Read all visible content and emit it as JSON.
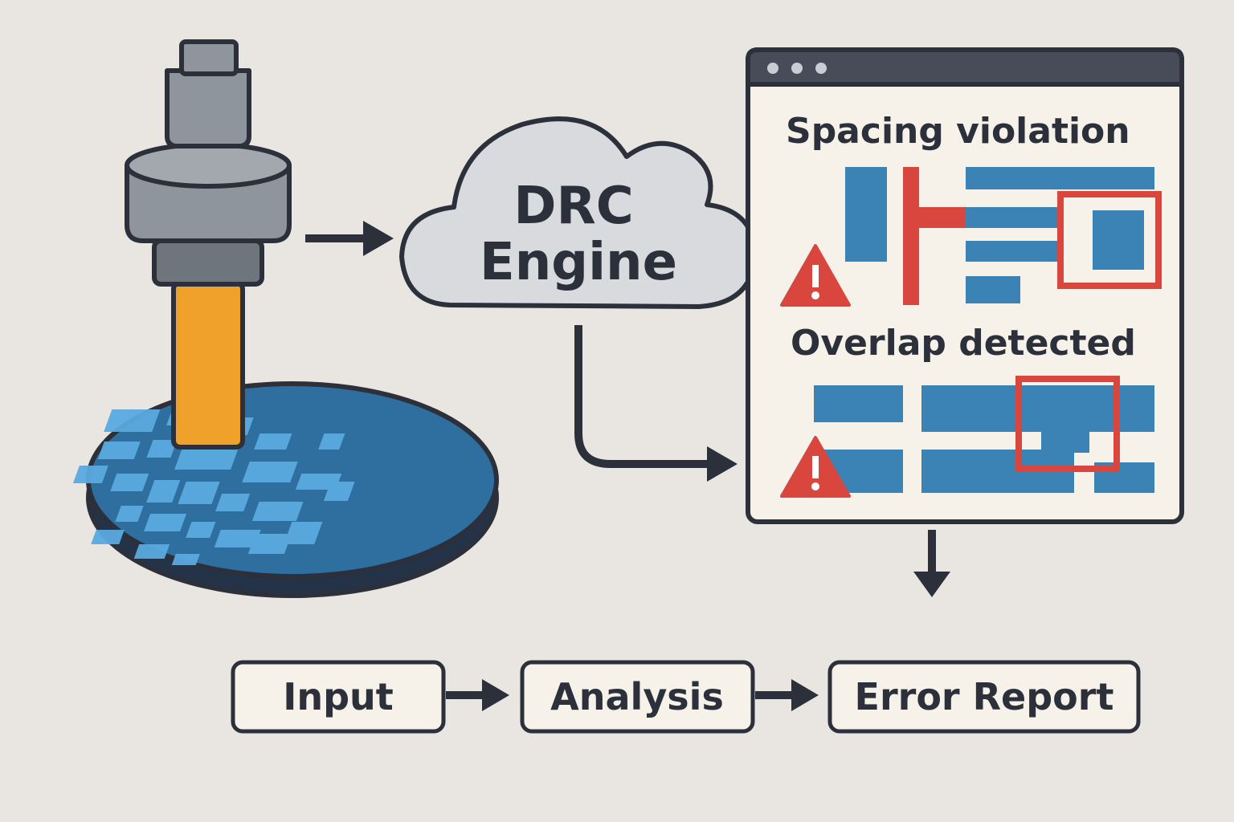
{
  "cloud": {
    "line1": "DRC",
    "line2": "Engine"
  },
  "report_window": {
    "window_dots": 3,
    "sections": [
      {
        "heading": "Spacing violation",
        "icon": "warning-triangle-icon"
      },
      {
        "heading": "Overlap detected",
        "icon": "warning-triangle-icon"
      }
    ]
  },
  "pipeline": {
    "steps": [
      {
        "label": "Input"
      },
      {
        "label": "Analysis"
      },
      {
        "label": "Error Report"
      }
    ]
  },
  "colors": {
    "background": "#e9e6e2",
    "outline": "#2b303a",
    "metal_blue": "#3b82b5",
    "wafer_blue": "#2f6fa0",
    "beam_orange": "#f0a12c",
    "alert_red": "#d9463e",
    "scope_gray": "#8f959c",
    "panel_cream": "#f6f2ea"
  }
}
